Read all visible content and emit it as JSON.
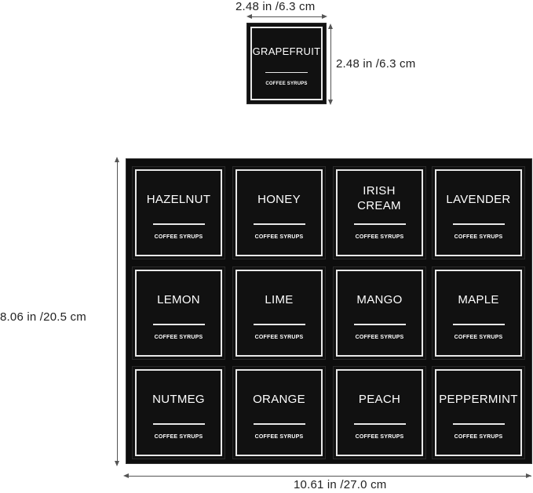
{
  "single_sticker": {
    "name": "GRAPEFRUIT",
    "subtitle": "COFFEE SYRUPS",
    "width_label": "2.48 in /6.3 cm",
    "height_label": "2.48 in /6.3 cm"
  },
  "sheet": {
    "height_label": "8.06 in /20.5 cm",
    "width_label": "10.61 in /27.0 cm",
    "stickers": [
      {
        "name": "HAZELNUT",
        "subtitle": "COFFEE SYRUPS"
      },
      {
        "name": "HONEY",
        "subtitle": "COFFEE SYRUPS"
      },
      {
        "name": "IRISH CREAM",
        "subtitle": "COFFEE SYRUPS"
      },
      {
        "name": "LAVENDER",
        "subtitle": "COFFEE SYRUPS"
      },
      {
        "name": "LEMON",
        "subtitle": "COFFEE SYRUPS"
      },
      {
        "name": "LIME",
        "subtitle": "COFFEE SYRUPS"
      },
      {
        "name": "MANGO",
        "subtitle": "COFFEE SYRUPS"
      },
      {
        "name": "MAPLE",
        "subtitle": "COFFEE SYRUPS"
      },
      {
        "name": "NUTMEG",
        "subtitle": "COFFEE SYRUPS"
      },
      {
        "name": "ORANGE",
        "subtitle": "COFFEE SYRUPS"
      },
      {
        "name": "PEACH",
        "subtitle": "COFFEE SYRUPS"
      },
      {
        "name": "PEPPERMINT",
        "subtitle": "COFFEE SYRUPS"
      }
    ]
  }
}
